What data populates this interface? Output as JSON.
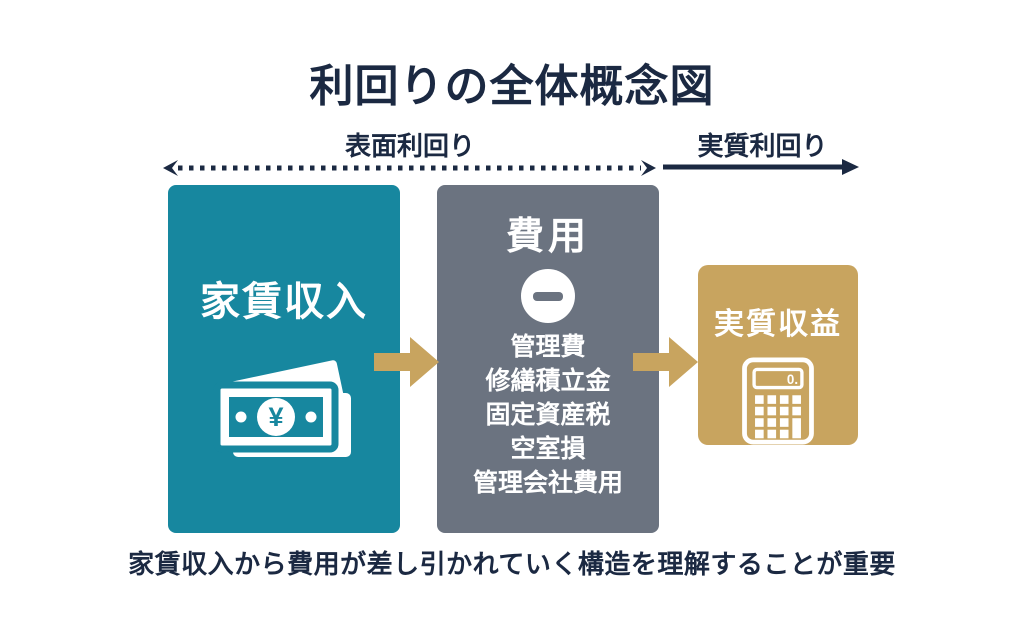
{
  "title": "利回りの全体概念図",
  "yield_labels": {
    "gross": "表面利回り",
    "net": "実質利回り"
  },
  "boxes": {
    "income": {
      "label": "家賃収入",
      "icon": "banknote-yen-icon",
      "currency_symbol": "¥"
    },
    "expenses": {
      "label": "費用",
      "icon": "minus-circle-icon",
      "items": [
        "管理費",
        "修繕積立金",
        "固定資産税",
        "空室損",
        "管理会社費用"
      ]
    },
    "net_profit": {
      "label": "実質収益",
      "icon": "calculator-icon",
      "calculator_display": "0."
    }
  },
  "footer": "家賃収入から費用が差し引かれていく構造を理解することが重要",
  "colors": {
    "navy": "#1b2942",
    "teal": "#17879f",
    "gray": "#6b7380",
    "gold": "#c8a45f",
    "white": "#ffffff"
  }
}
